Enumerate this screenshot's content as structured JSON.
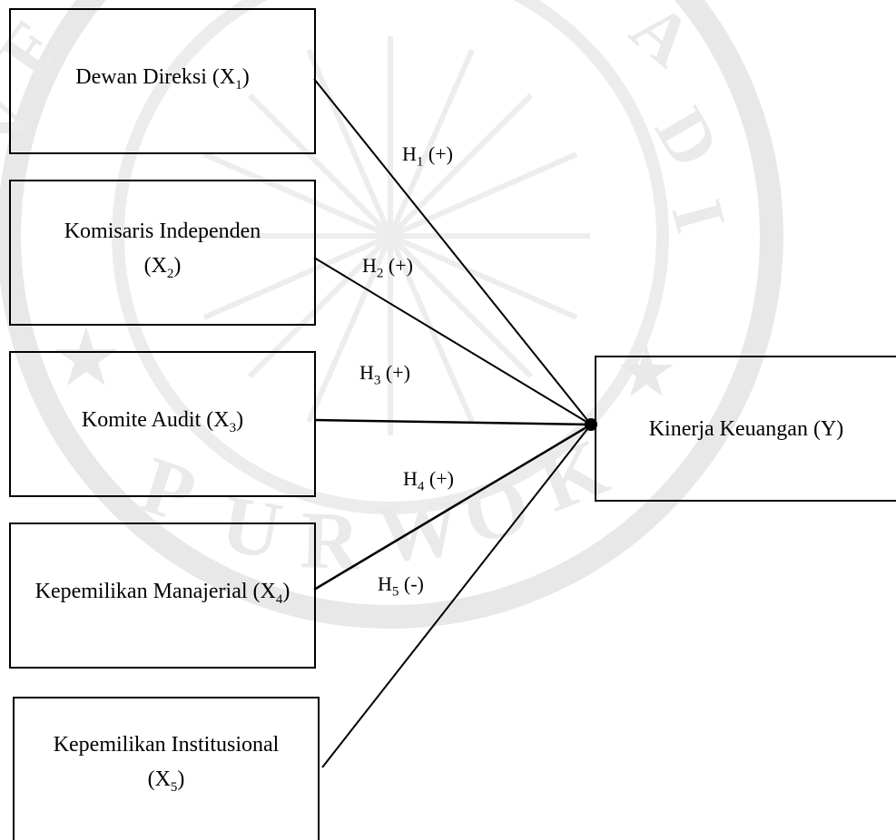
{
  "diagram": {
    "independent_variables": [
      {
        "id": "x1",
        "name": "Dewan Direksi",
        "symbol": "X",
        "subscript": "1"
      },
      {
        "id": "x2",
        "name": "Komisaris Independen",
        "symbol": "X",
        "subscript": "2"
      },
      {
        "id": "x3",
        "name": "Komite Audit",
        "symbol": "X",
        "subscript": "3"
      },
      {
        "id": "x4",
        "name": "Kepemilikan Manajerial",
        "symbol": "X",
        "subscript": "4"
      },
      {
        "id": "x5",
        "name": "Kepemilikan Institusional",
        "symbol": "X",
        "subscript": "5"
      }
    ],
    "dependent_variable": {
      "id": "y",
      "label": "Kinerja Keuangan (Y)"
    },
    "hypotheses": [
      {
        "from": "x1",
        "to": "y",
        "h": "H",
        "subscript": "1",
        "sign": "(+)"
      },
      {
        "from": "x2",
        "to": "y",
        "h": "H",
        "subscript": "2",
        "sign": "(+)"
      },
      {
        "from": "x3",
        "to": "y",
        "h": "H",
        "subscript": "3",
        "sign": "(+)"
      },
      {
        "from": "x4",
        "to": "y",
        "h": "H",
        "subscript": "4",
        "sign": "(+)"
      },
      {
        "from": "x5",
        "to": "y",
        "h": "H",
        "subscript": "5",
        "sign": "(-)"
      }
    ],
    "line_color": "#000000",
    "watermark_color": "#e6e6e6"
  }
}
